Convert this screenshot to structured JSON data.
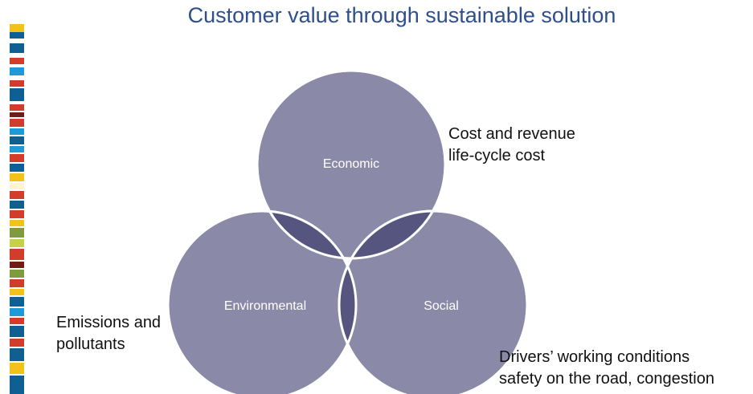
{
  "title": "Customer value through sustainable solution",
  "circles": {
    "economic": "Economic",
    "environmental": "Environmental",
    "social": "Social"
  },
  "notes": {
    "economic_line1": "Cost and revenue",
    "economic_line2": "life-cycle cost",
    "environmental_line1": "Emissions and",
    "environmental_line2": "pollutants",
    "social_line1": "Drivers’ working conditions",
    "social_line2": "safety on the road, congestion"
  },
  "colors": {
    "circle_fill": "#8a8aa8",
    "overlap_fill": "#4f4f7a",
    "center_fill": "#46466f",
    "title": "#2d4f8c",
    "stripe_palette": [
      "#d23c2b",
      "#f2c21b",
      "#0f5f92",
      "#1e9ad8",
      "#7e9c3e",
      "#6d1f16",
      "#ffffff",
      "#c5d04b"
    ]
  }
}
